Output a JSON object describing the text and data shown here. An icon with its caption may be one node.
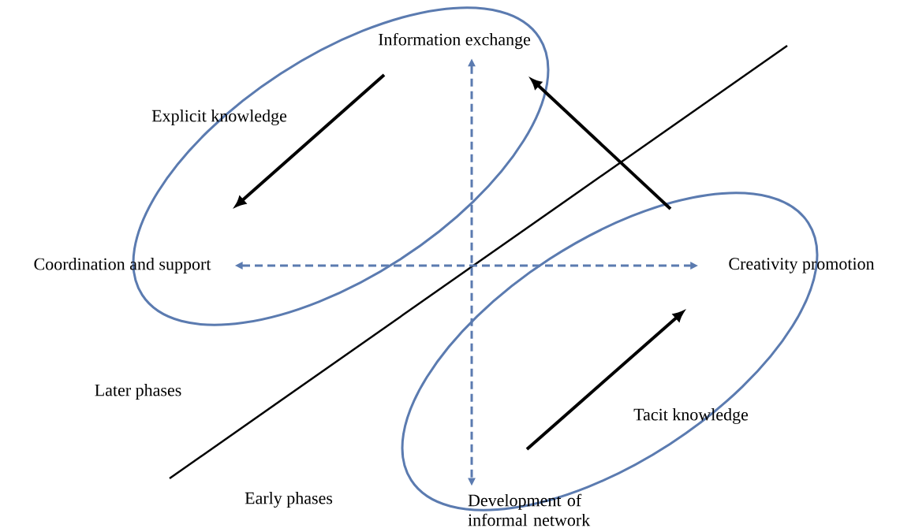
{
  "diagram": {
    "nodes": [
      {
        "text": [
          "Information exchange"
        ]
      },
      {
        "text": [
          "Coordination and support"
        ]
      },
      {
        "text": [
          "Creativity promotion"
        ]
      },
      {
        "text": [
          "Development of informal network"
        ]
      }
    ],
    "edges": [
      {
        "from": 0,
        "to": 3,
        "arrow": "both",
        "style": "dashed"
      },
      {
        "from": 1,
        "to": 2,
        "arrow": "both",
        "style": "dashed"
      }
    ],
    "labels": [
      "Explicit knowledge",
      "Later phases",
      "Tacit knowledge",
      "Early phases"
    ]
  }
}
